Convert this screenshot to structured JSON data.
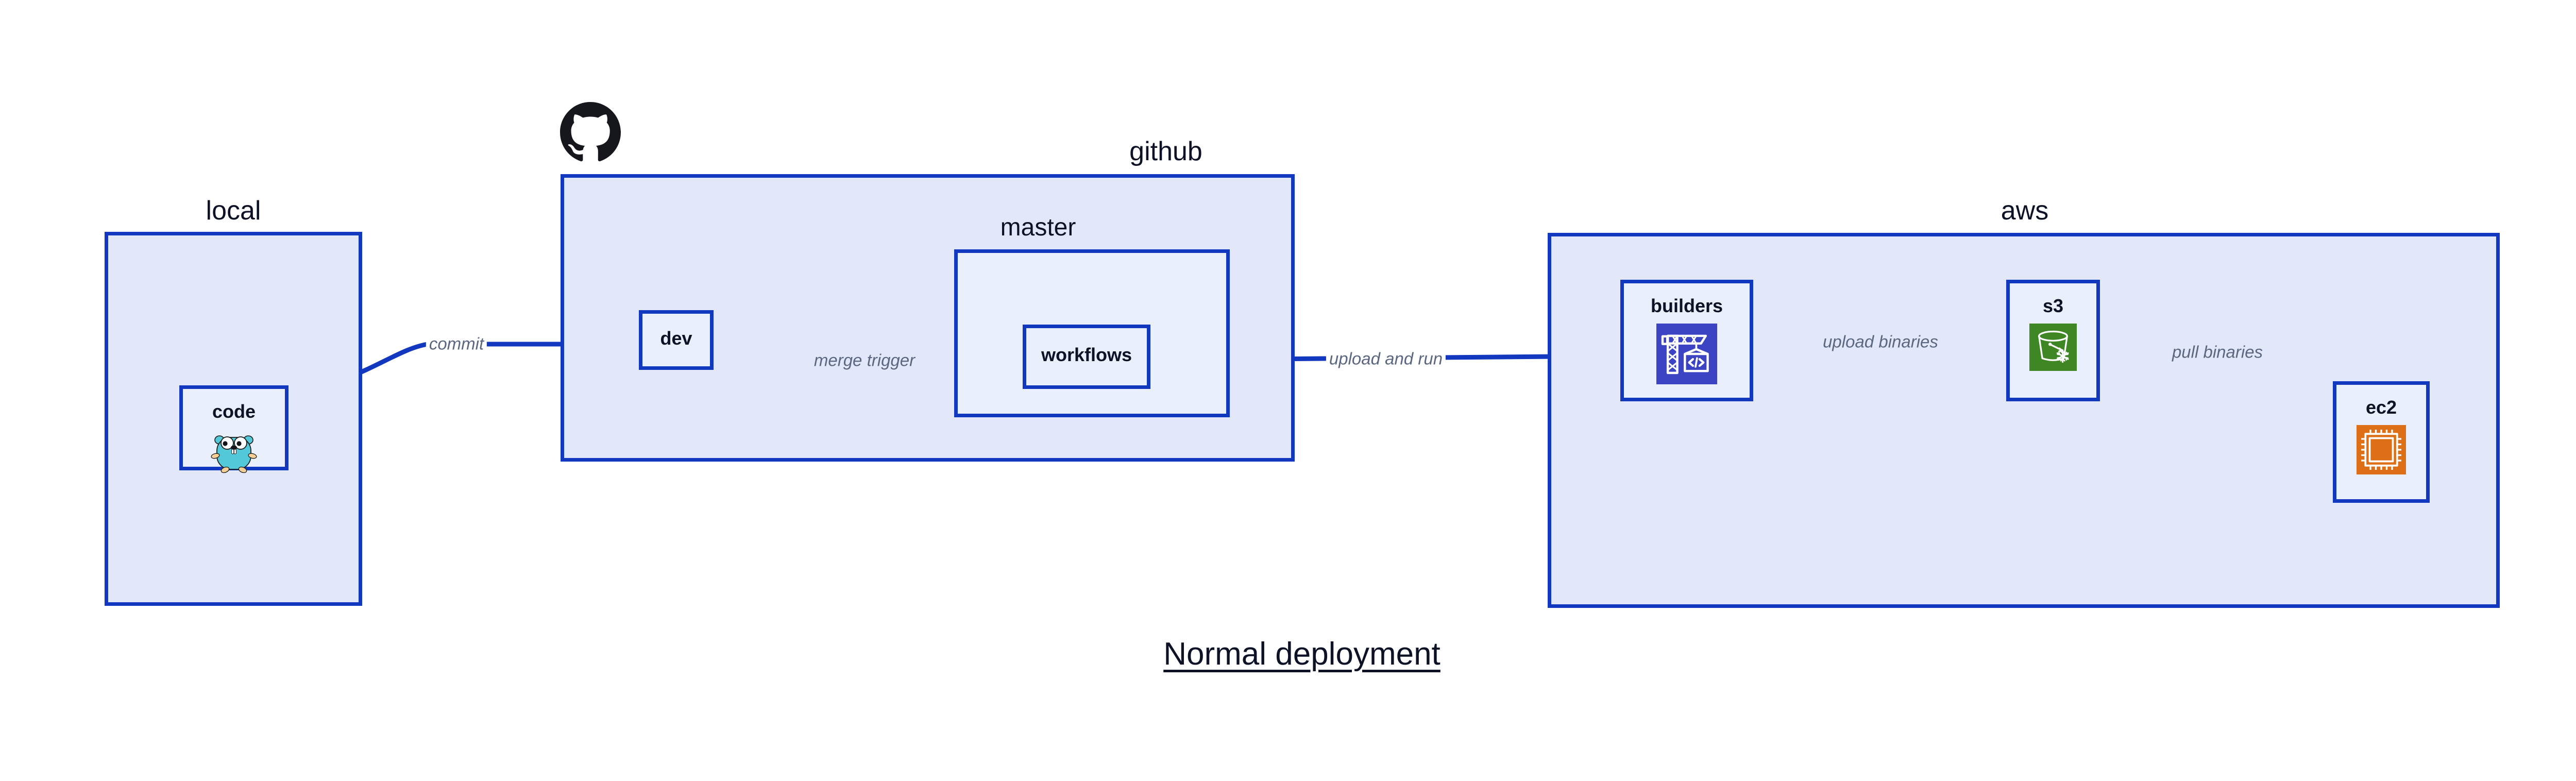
{
  "diagram": {
    "title": "Normal deployment",
    "background": "#ffffff",
    "accent_border": "#1138bf",
    "group_fill": "#e2e8f9",
    "node_fill": "#eaeffc",
    "label_color": "#0e1226",
    "edge_label_color": "#5b6780"
  },
  "groups": [
    {
      "id": "local",
      "label": "local",
      "label_align": "center"
    },
    {
      "id": "github",
      "label": "github",
      "label_align": "right",
      "logo": "github-octocat-icon"
    },
    {
      "id": "aws",
      "label": "aws",
      "label_align": "center"
    }
  ],
  "subgroups": [
    {
      "id": "master",
      "label": "master",
      "parent": "github"
    }
  ],
  "nodes": [
    {
      "id": "code",
      "label": "code",
      "icon": "go-gopher-icon",
      "parent": "local"
    },
    {
      "id": "dev",
      "label": "dev",
      "icon": null,
      "parent": "github"
    },
    {
      "id": "workflows",
      "label": "workflows",
      "icon": null,
      "parent": "master"
    },
    {
      "id": "builders",
      "label": "builders",
      "icon": "aws-codebuild-icon",
      "icon_color": "#3c44c4",
      "parent": "aws"
    },
    {
      "id": "s3",
      "label": "s3",
      "icon": "aws-s3-glacier-icon",
      "icon_color": "#3f8624",
      "parent": "aws"
    },
    {
      "id": "ec2",
      "label": "ec2",
      "icon": "aws-ec2-icon",
      "icon_color": "#dd7017",
      "parent": "aws"
    }
  ],
  "edges": [
    {
      "id": "commit",
      "label": "commit",
      "from": "code",
      "to": "dev"
    },
    {
      "id": "merge-trigger",
      "label": "merge trigger",
      "from": "dev",
      "to": "workflows"
    },
    {
      "id": "upload-and-run",
      "label": "upload and run",
      "from": "workflows",
      "to": "builders"
    },
    {
      "id": "upload-binaries",
      "label": "upload binaries",
      "from": "builders",
      "to": "s3"
    },
    {
      "id": "pull-binaries",
      "label": "pull binaries",
      "from": "s3",
      "to": "ec2"
    }
  ]
}
